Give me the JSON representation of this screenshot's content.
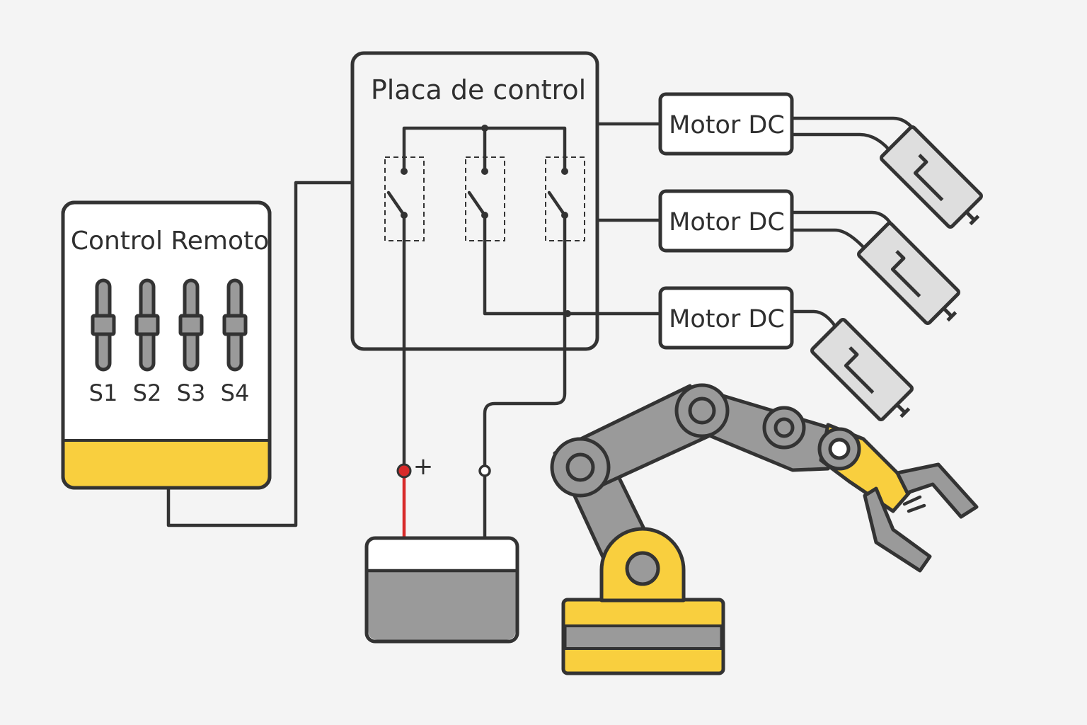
{
  "remote": {
    "title": "Control Remoto",
    "sliders": [
      {
        "label": "S1",
        "level": 0.5
      },
      {
        "label": "S2",
        "level": 0.5
      },
      {
        "label": "S3",
        "level": 0.5
      },
      {
        "label": "S4",
        "level": 0.5
      }
    ]
  },
  "board": {
    "title": "Placa de control",
    "relay_count": 3
  },
  "motors": [
    {
      "label": "Motor DC"
    },
    {
      "label": "Motor DC"
    },
    {
      "label": "Motor DC"
    }
  ],
  "battery": {
    "positive_symbol": "+"
  },
  "colors": {
    "accent": "#f9cf3e",
    "positive_wire": "#d82a2a",
    "gray": "#9a9a9a",
    "light_gray": "#dedede",
    "outline": "#333333"
  }
}
